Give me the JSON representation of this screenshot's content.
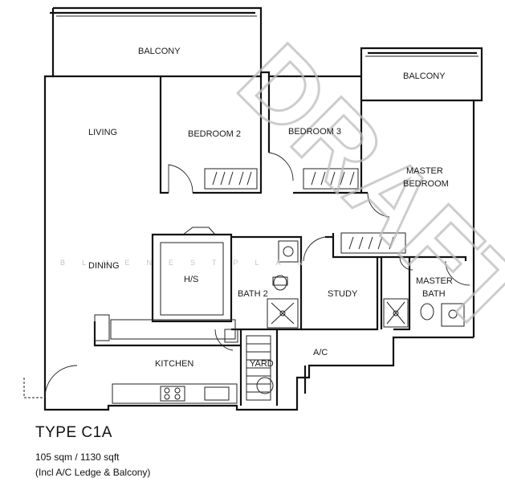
{
  "rooms": {
    "balcony_left": "BALCONY",
    "balcony_right": "BALCONY",
    "living": "LIVING",
    "bedroom2": "BEDROOM 2",
    "bedroom3": "BEDROOM 3",
    "master_bedroom_line1": "MASTER",
    "master_bedroom_line2": "BEDROOM",
    "dining": "DINING",
    "hs": "H/S",
    "bath2": "BATH 2",
    "study": "STUDY",
    "master_bath_line1": "MASTER",
    "master_bath_line2": "BATH",
    "kitchen": "KITCHEN",
    "yard": "YARD",
    "ac": "A/C"
  },
  "watermark": {
    "big": "DRAFT",
    "small": "BLUENESTPLAN"
  },
  "unit": {
    "type": "TYPE C1A",
    "area": "105 sqm  /  1130 sqft",
    "note": "(Incl A/C Ledge & Balcony)"
  }
}
